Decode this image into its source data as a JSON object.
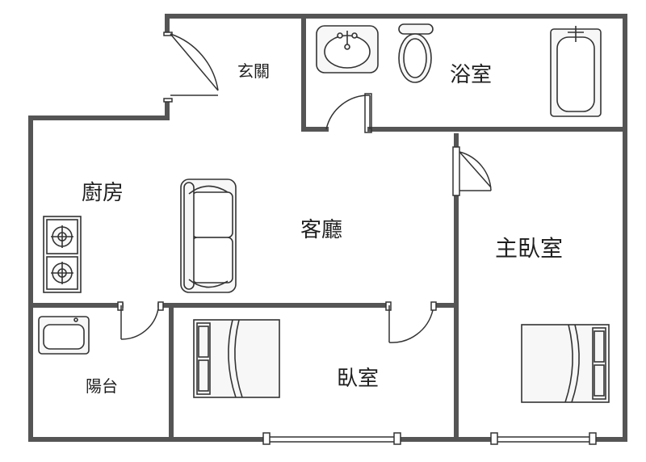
{
  "rooms": {
    "entrance": "玄關",
    "bathroom": "浴室",
    "kitchen": "廚房",
    "living_room": "客廳",
    "master_bedroom": "主臥室",
    "balcony": "陽台",
    "bedroom": "臥室"
  },
  "colors": {
    "wall": "#555555",
    "fixture_line": "#333333",
    "fixture_fill": "#f7f7f7",
    "text": "#1f1f1f"
  }
}
